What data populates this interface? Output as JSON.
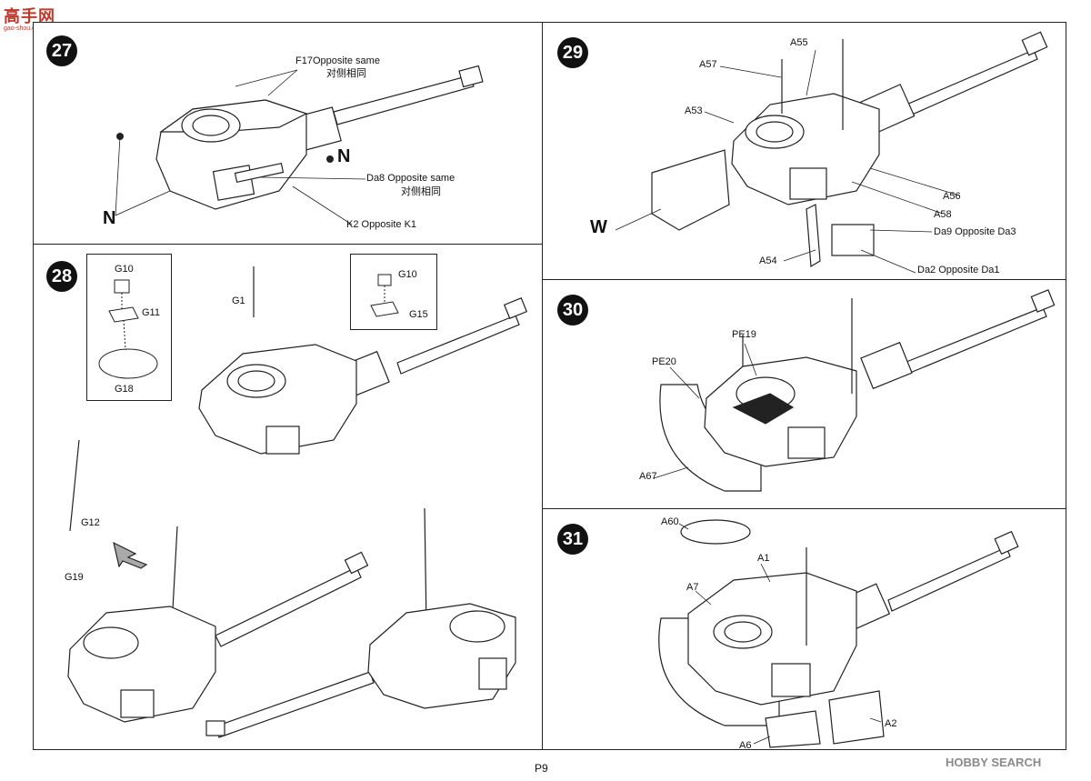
{
  "site_logo": {
    "main": "高手网",
    "sub": "gao-shou.com"
  },
  "page_number": "P9",
  "watermark": "HOBBY SEARCH",
  "steps": {
    "s27": {
      "number": "27",
      "callouts": {
        "f17": "F17Opposite same",
        "f17_cn": "对侧相同",
        "da8": "Da8 Opposite same",
        "da8_cn": "对侧相同",
        "k2": "K2 Opposite K1",
        "n1": "N",
        "n2": "N"
      }
    },
    "s28": {
      "number": "28",
      "callouts": {
        "g10a": "G10",
        "g11": "G11",
        "g18": "G18",
        "g1": "G1",
        "g10b": "G10",
        "g15": "G15",
        "g12": "G12",
        "g19": "G19"
      }
    },
    "s29": {
      "number": "29",
      "callouts": {
        "a55": "A55",
        "a57": "A57",
        "a53": "A53",
        "a56": "A56",
        "a58": "A58",
        "da9": "Da9 Opposite Da3",
        "a54": "A54",
        "da2": "Da2 Opposite Da1",
        "w": "W"
      }
    },
    "s30": {
      "number": "30",
      "callouts": {
        "pe19": "PE19",
        "pe20": "PE20",
        "a67": "A67"
      }
    },
    "s31": {
      "number": "31",
      "callouts": {
        "a60": "A60",
        "a1": "A1",
        "a7": "A7",
        "a2": "A2",
        "a6": "A6"
      }
    }
  }
}
